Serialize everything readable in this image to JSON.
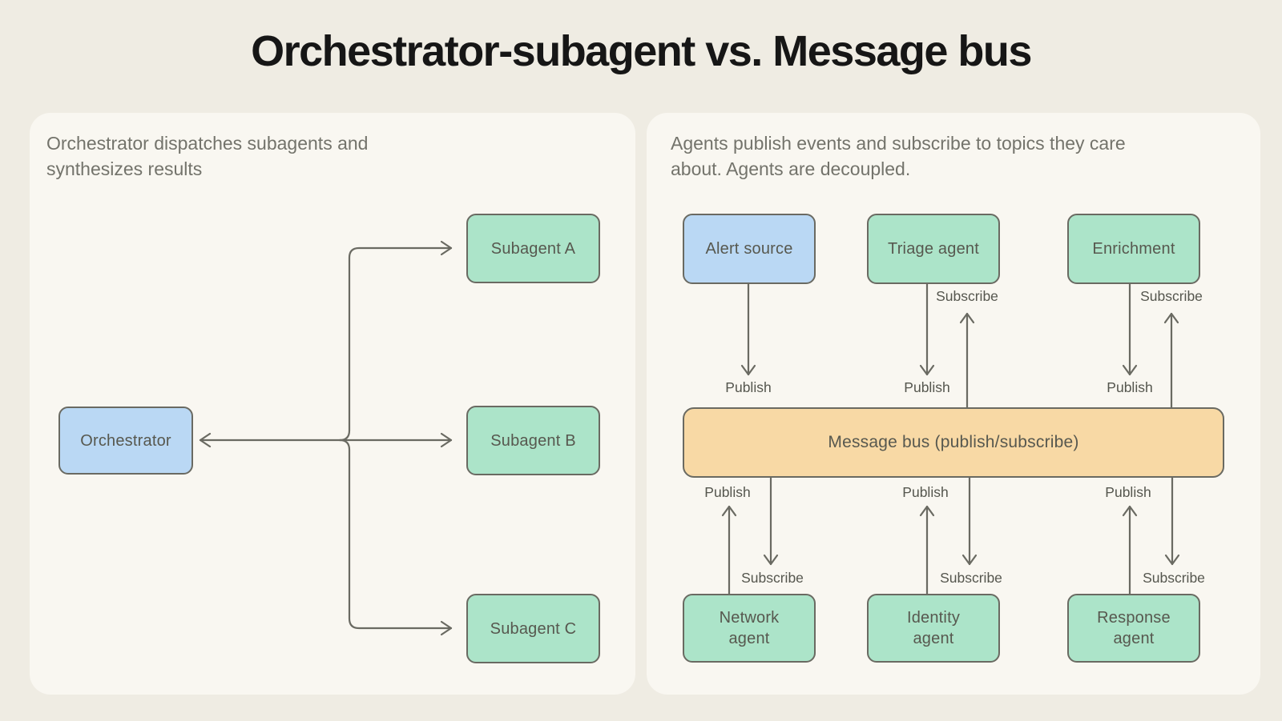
{
  "title": "Orchestrator-subagent vs. Message bus",
  "left_panel": {
    "subtitle": "Orchestrator dispatches subagents and synthesizes results",
    "orchestrator": "Orchestrator",
    "subagent_a": "Subagent A",
    "subagent_b": "Subagent B",
    "subagent_c": "Subagent C"
  },
  "right_panel": {
    "subtitle": "Agents publish events and subscribe to topics they care about. Agents are decoupled.",
    "alert_source": "Alert source",
    "triage_agent": "Triage agent",
    "enrichment": "Enrichment",
    "message_bus": "Message bus (publish/subscribe)",
    "network_agent": "Network agent",
    "identity_agent": "Identity agent",
    "response_agent": "Response agent",
    "labels": {
      "publish": "Publish",
      "subscribe": "Subscribe"
    }
  },
  "colors": {
    "page_bg": "#EFECE3",
    "panel_bg": "#F9F7F1",
    "node_blue": "#BAD8F4",
    "node_green": "#ACE4C9",
    "bus_orange": "#F8D9A5",
    "stroke": "#6A6A62",
    "node_text": "#57584F",
    "label_text": "#55564E",
    "subtitle_text": "#73736B",
    "title_text": "#161616"
  }
}
